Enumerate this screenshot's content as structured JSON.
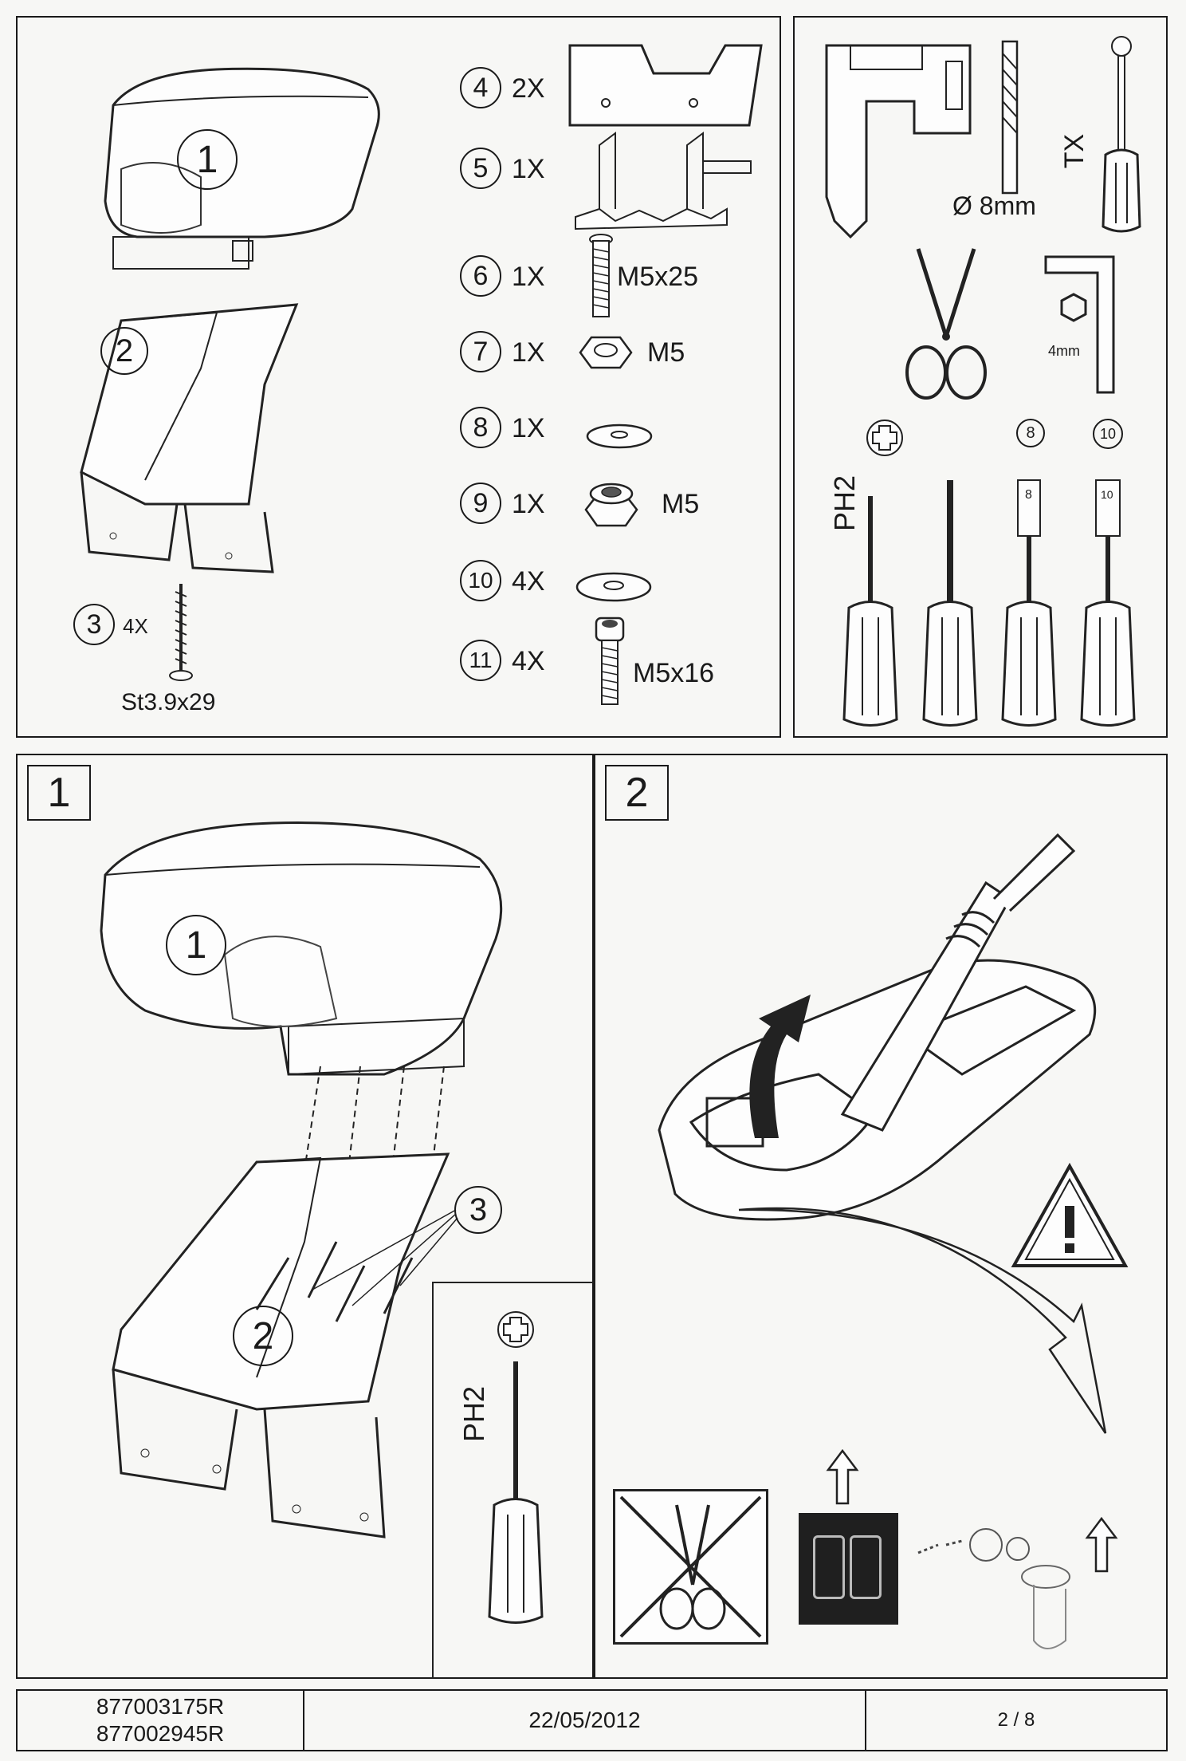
{
  "parts": [
    {
      "num": "1"
    },
    {
      "num": "2"
    },
    {
      "num": "3",
      "qty": "4X",
      "spec": "St3.9x29"
    },
    {
      "num": "4",
      "qty": "2X"
    },
    {
      "num": "5",
      "qty": "1X"
    },
    {
      "num": "6",
      "qty": "1X",
      "spec": "M5x25"
    },
    {
      "num": "7",
      "qty": "1X",
      "spec": "M5"
    },
    {
      "num": "8",
      "qty": "1X"
    },
    {
      "num": "9",
      "qty": "1X",
      "spec": "M5"
    },
    {
      "num": "10",
      "qty": "4X"
    },
    {
      "num": "11",
      "qty": "4X",
      "spec": "M5x16"
    }
  ],
  "tools": {
    "drill": "Ø 8mm",
    "torx": "TX",
    "hex_key": "4mm",
    "phillips": "PH2",
    "socket_8": "8",
    "socket_10": "10"
  },
  "steps": [
    {
      "number": "1",
      "labels": [
        "1",
        "2",
        "3"
      ],
      "tool": "PH2"
    },
    {
      "number": "2"
    }
  ],
  "footer": {
    "ref1": "877003175R",
    "ref2": "877002945R",
    "date": "22/05/2012",
    "page": "2 / 8"
  }
}
